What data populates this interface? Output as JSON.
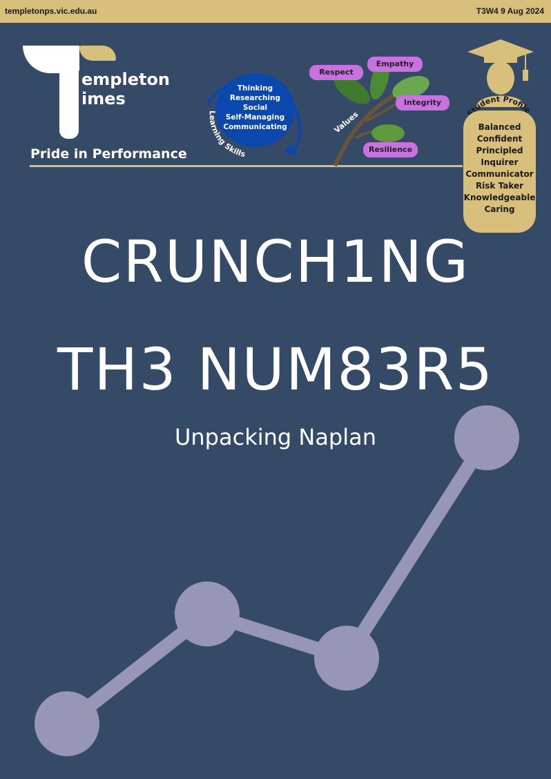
{
  "header": {
    "site": "templetonps.vic.edu.au",
    "issue": "T3W4 9 Aug 2024"
  },
  "masthead": {
    "name_line1": "empleton",
    "name_line2": "imes",
    "motto": "Pride in Performance"
  },
  "learning_skills": {
    "label": "Learning Skills",
    "items": [
      "Thinking",
      "Researching",
      "Social",
      "Self-Managing",
      "Communicating"
    ]
  },
  "values": {
    "label": "Values",
    "items": [
      "Respect",
      "Empathy",
      "Integrity",
      "Resilience"
    ]
  },
  "student_profile": {
    "label": "Student Profile",
    "items": [
      "Balanced",
      "Confident",
      "Principled",
      "Inquirer",
      "Communicator",
      "Risk Taker",
      "Knowledgeable",
      "Caring"
    ]
  },
  "cover": {
    "title_line1": "CRUNCH1NG",
    "title_line2": "TH3 NUM83R5",
    "subtitle": "Unpacking Naplan"
  },
  "colors": {
    "background": "#354a66",
    "gold": "#d8c07c",
    "purple": "#c971e0",
    "blue": "#0b48ad",
    "chart": "#9796b6"
  },
  "icons": [
    "graduate-icon",
    "plant-icon",
    "cycle-arrow-icon",
    "line-graph-icon"
  ]
}
